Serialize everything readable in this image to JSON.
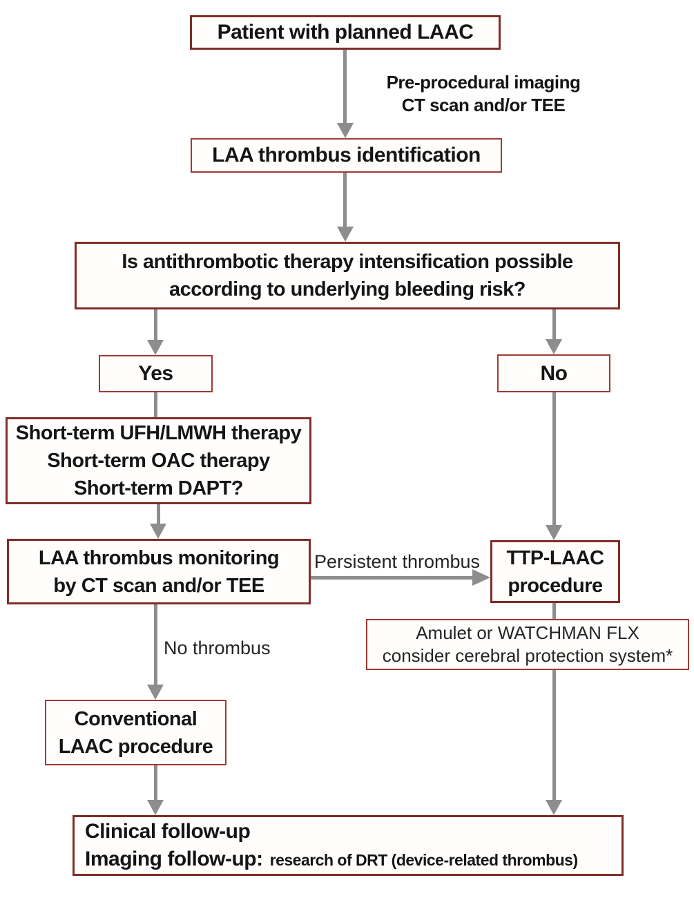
{
  "colors": {
    "border_dark": "#7f2d27",
    "border_light": "#a03a32",
    "arrow": "#8d8d8d",
    "text": "#151515",
    "box_fill": "#fffefc",
    "page_bg": "#ffffff"
  },
  "nodes": {
    "patient": {
      "label": "Patient with planned LAAC"
    },
    "preprocedural_note": {
      "line1": "Pre-procedural imaging",
      "line2": "CT scan and/or TEE"
    },
    "identification": {
      "label": "LAA thrombus identification"
    },
    "question": {
      "line1": "Is antithrombotic therapy intensification possible",
      "line2": "according to underlying bleeding risk?"
    },
    "yes": {
      "label": "Yes"
    },
    "no": {
      "label": "No"
    },
    "short_term": {
      "line1": "Short-term UFH/LMWH therapy",
      "line2": "Short-term OAC therapy",
      "line3": "Short-term DAPT?"
    },
    "monitoring": {
      "line1": "LAA thrombus monitoring",
      "line2": "by CT scan and/or TEE"
    },
    "persistent_note": {
      "label": "Persistent thrombus"
    },
    "ttp": {
      "line1": "TTP-LAAC",
      "line2": "procedure"
    },
    "device": {
      "line1": "Amulet or WATCHMAN FLX",
      "line2": "consider cerebral protection system*"
    },
    "no_thrombus_note": {
      "label": "No thrombus"
    },
    "conventional": {
      "line1": "Conventional",
      "line2": "LAAC procedure"
    },
    "follow_up": {
      "line1": "Clinical follow-up",
      "line2_lead": "Imaging follow-up:",
      "line2_detail": "research of DRT (device-related thrombus)"
    }
  }
}
